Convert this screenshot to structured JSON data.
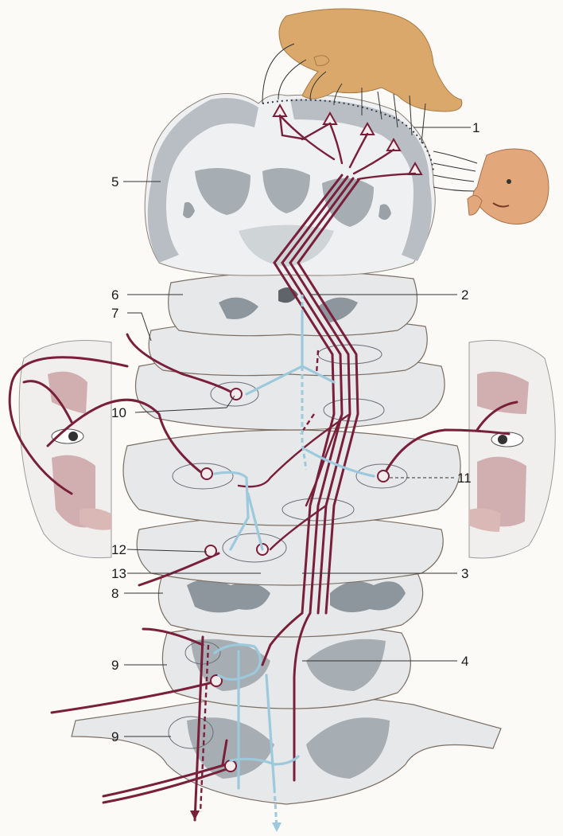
{
  "labels": {
    "n1": "1",
    "n2": "2",
    "n3": "3",
    "n4": "4",
    "n5": "5",
    "n6": "6",
    "n7": "7",
    "n8": "8",
    "n9a": "9",
    "n9b": "9",
    "n10": "10",
    "n11": "11",
    "n12": "12",
    "n13": "13"
  },
  "colors": {
    "pyramidal_tract": "#7a1f3a",
    "interneuron": "#9cc9dc",
    "homunculus": "#d9a86a",
    "tissue_gray": "#a6adb3"
  }
}
